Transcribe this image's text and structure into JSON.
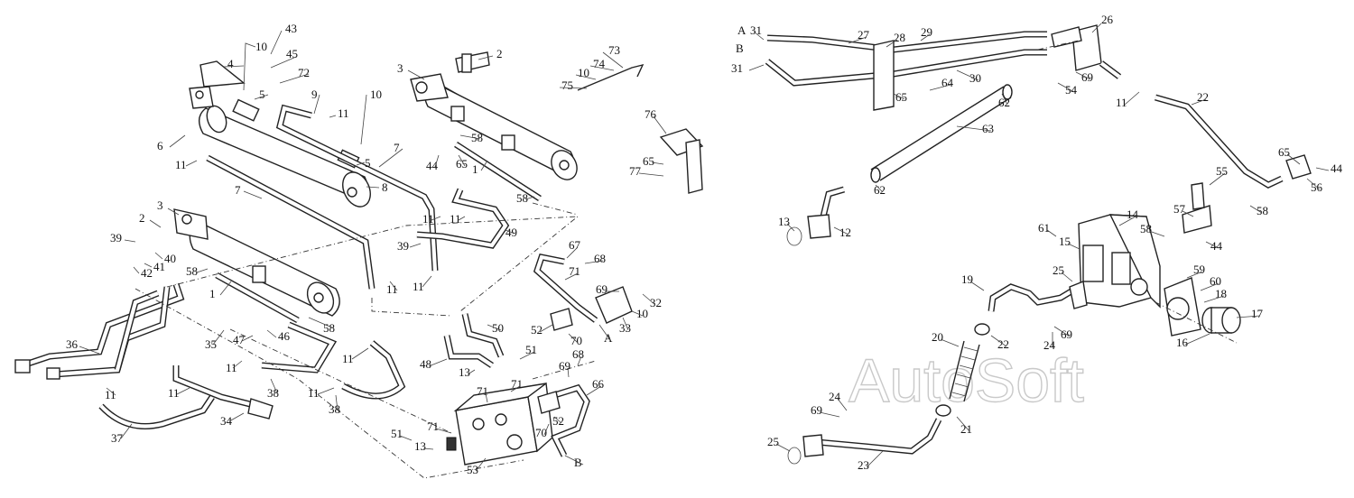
{
  "watermark": "AutoSoft",
  "callouts": [
    "1",
    "2",
    "3",
    "4",
    "5",
    "6",
    "7",
    "8",
    "9",
    "10",
    "11",
    "12",
    "13",
    "14",
    "15",
    "16",
    "17",
    "18",
    "19",
    "20",
    "21",
    "22",
    "23",
    "24",
    "25",
    "26",
    "27",
    "28",
    "29",
    "30",
    "31",
    "32",
    "33",
    "34",
    "35",
    "36",
    "37",
    "38",
    "39",
    "40",
    "41",
    "42",
    "43",
    "44",
    "45",
    "46",
    "47",
    "48",
    "49",
    "50",
    "51",
    "52",
    "53",
    "54",
    "55",
    "56",
    "57",
    "58",
    "59",
    "60",
    "61",
    "62",
    "63",
    "64",
    "65",
    "66",
    "67",
    "68",
    "69",
    "70",
    "71",
    "72",
    "73",
    "74",
    "75",
    "76",
    "77",
    "A",
    "B"
  ]
}
